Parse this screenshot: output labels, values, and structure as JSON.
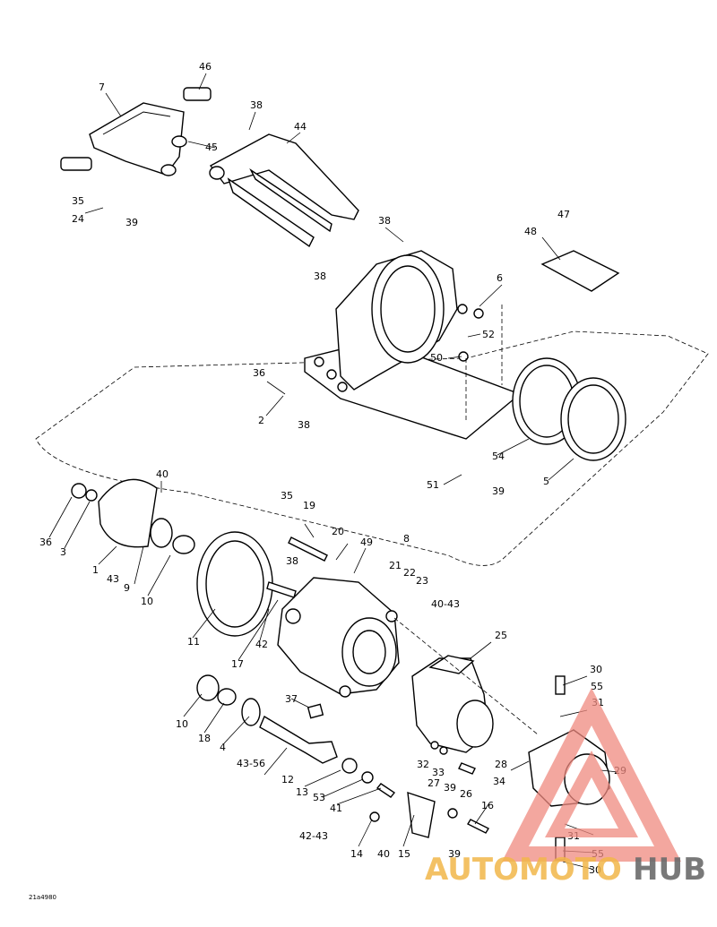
{
  "diagram": {
    "part_labels": [
      "46",
      "7",
      "38",
      "44",
      "45",
      "35",
      "24",
      "39",
      "38",
      "47",
      "48",
      "38",
      "6",
      "52",
      "50",
      "36",
      "2",
      "38",
      "54",
      "5",
      "51",
      "39",
      "40",
      "36",
      "3",
      "1",
      "43",
      "9",
      "10",
      "35",
      "19",
      "20",
      "49",
      "8",
      "38",
      "21",
      "22",
      "23",
      "40-43",
      "11",
      "42",
      "17",
      "25",
      "10",
      "18",
      "4",
      "43-56",
      "12",
      "37",
      "30",
      "55",
      "31",
      "32",
      "33",
      "28",
      "29",
      "39",
      "26",
      "34",
      "27",
      "13",
      "53",
      "41",
      "16",
      "42-43",
      "14",
      "40",
      "15",
      "39",
      "31",
      "55",
      "30"
    ],
    "drawing_code": "21a4980"
  },
  "watermark": {
    "text_auto": "AUTOMOTO",
    "text_hub": "HUB",
    "accent_color": "#f2b74a",
    "triangle_color": "#f08a80",
    "hub_color": "#6b6b6b"
  }
}
